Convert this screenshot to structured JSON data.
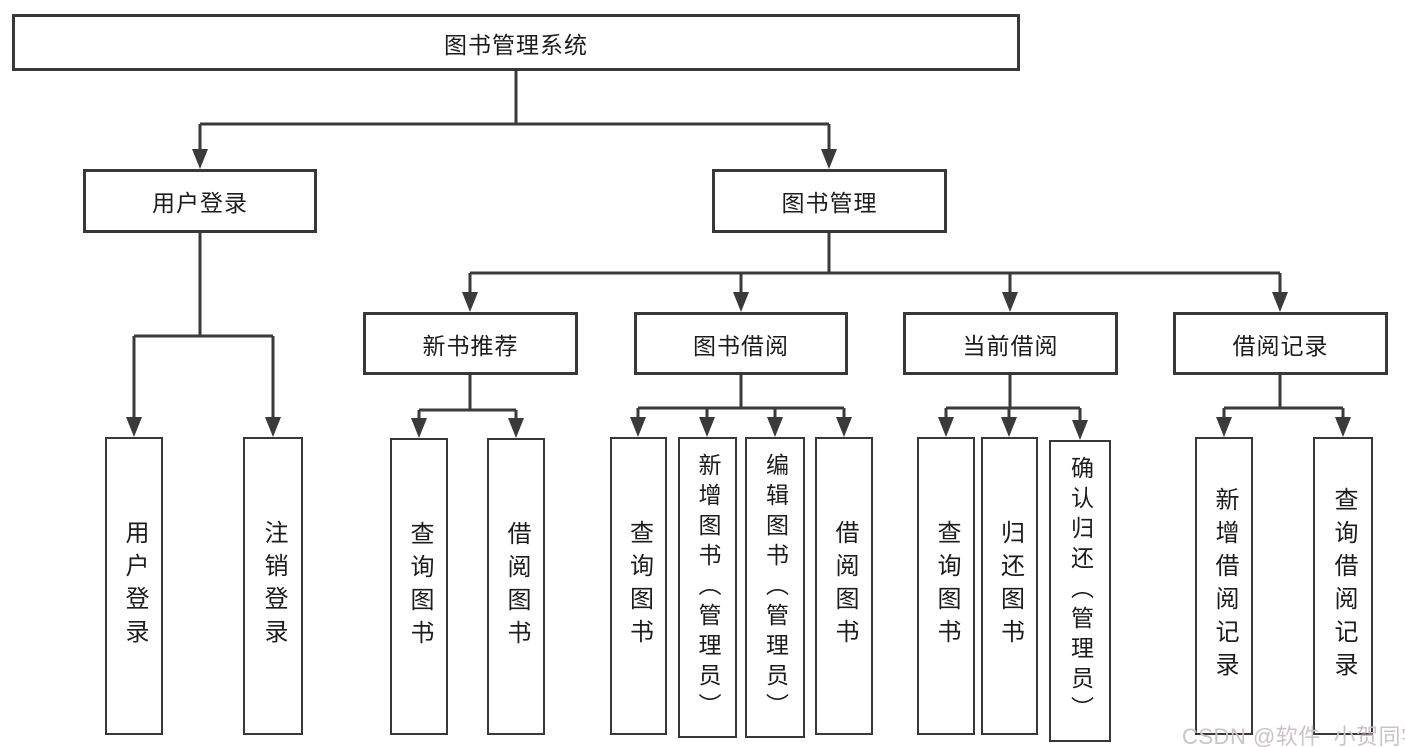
{
  "diagram": {
    "root": "图书管理系统",
    "branches": [
      {
        "label": "用户登录",
        "children": [
          "用户登录",
          "注销登录"
        ]
      },
      {
        "label": "图书管理",
        "children": [
          {
            "label": "新书推荐",
            "children": [
              "查询图书",
              "借阅图书"
            ]
          },
          {
            "label": "图书借阅",
            "children": [
              "查询图书",
              "新增图书（管理员）",
              "编辑图书（管理员）",
              "借阅图书"
            ]
          },
          {
            "label": "当前借阅",
            "children": [
              "查询图书",
              "归还图书",
              "确认归还（管理员）"
            ]
          },
          {
            "label": "借阅记录",
            "children": [
              "新增借阅记录",
              "查询借阅记录"
            ]
          }
        ]
      }
    ]
  },
  "watermark": {
    "text": "CSDN @软件_小贺同学"
  },
  "colors": {
    "line": "#3a3a3a",
    "box_border": "#383838",
    "box_fill": "#ffffff",
    "text": "#1c1c1c",
    "watermark": "#ccc2c9",
    "background": "#ffffff"
  }
}
